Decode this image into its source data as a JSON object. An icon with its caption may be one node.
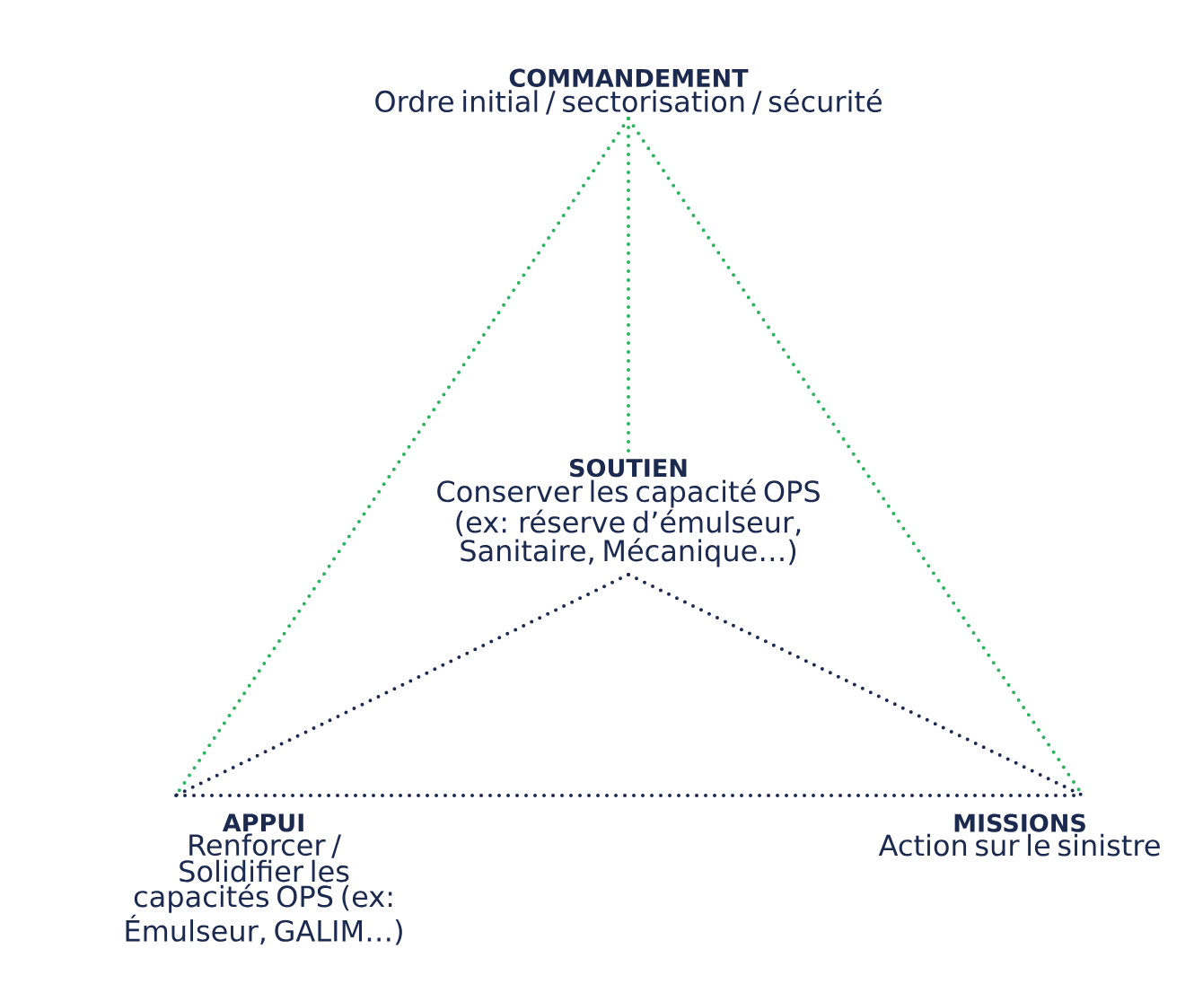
{
  "diagram": {
    "nodes": [
      {
        "text": [
          "COMMANDEMENT",
          "Ordre initial / sectorisation / sécurité"
        ]
      },
      {
        "text": [
          "SOUTIEN",
          "Conserver les capacité OPS (ex: réserve d’émulseur, Sanitaire, Mécanique…)"
        ]
      },
      {
        "text": [
          "APPUI",
          "Renforcer / Solidifier les capacités OPS (ex: Émulseur, GALIM…)"
        ]
      },
      {
        "text": [
          "MISSIONS",
          "Action sur le sinistre"
        ]
      }
    ],
    "edges": [
      {
        "from": 0,
        "to": 2,
        "arrow": "none",
        "color": "#2bb35f"
      },
      {
        "from": 0,
        "to": 3,
        "arrow": "none",
        "color": "#2bb35f"
      },
      {
        "from": 0,
        "to": 1,
        "arrow": "none",
        "color": "#2bb35f"
      },
      {
        "from": 1,
        "to": 2,
        "arrow": "none",
        "color": "#1b2a4e"
      },
      {
        "from": 1,
        "to": 3,
        "arrow": "none",
        "color": "#1b2a4e"
      },
      {
        "from": 2,
        "to": 3,
        "arrow": "none",
        "color": "#1b2a4e"
      }
    ]
  }
}
